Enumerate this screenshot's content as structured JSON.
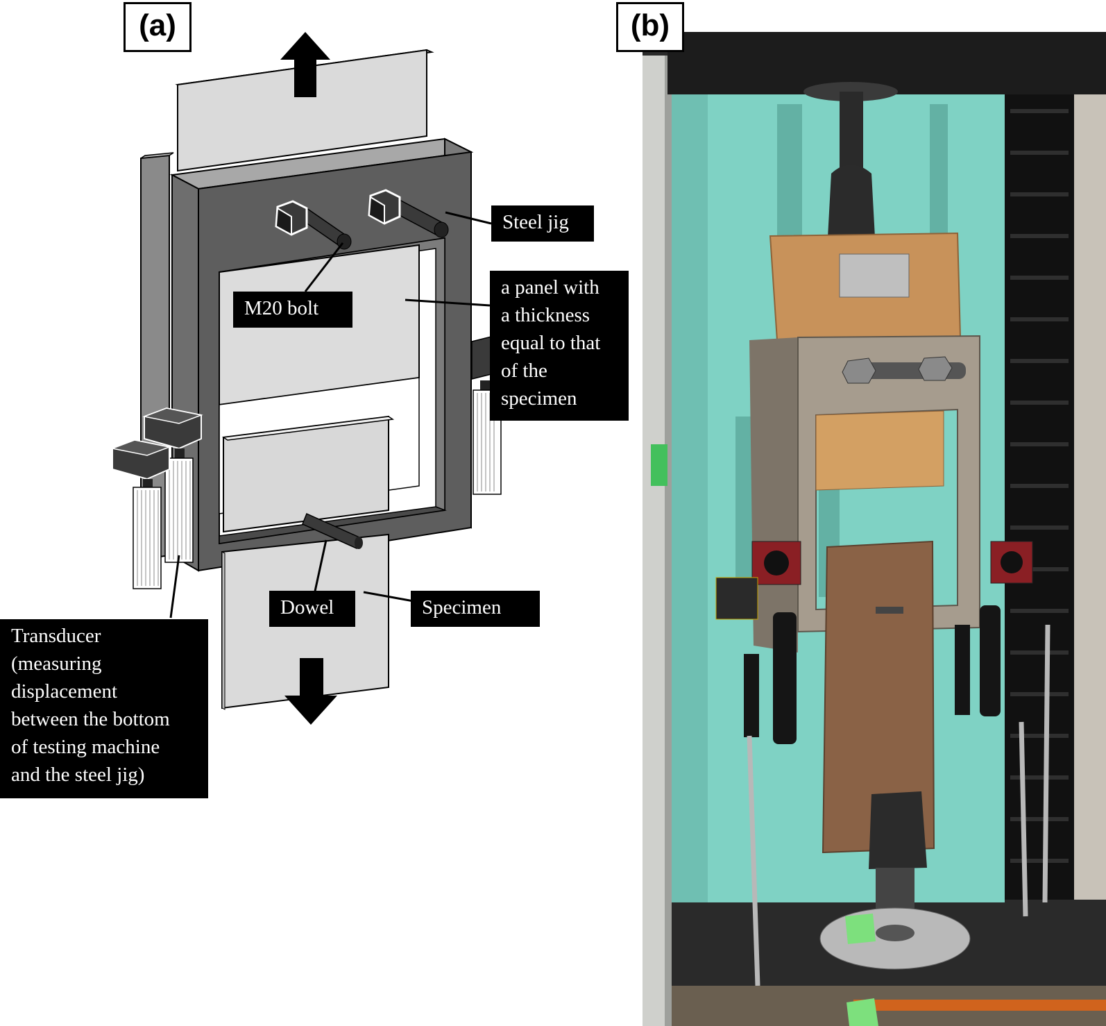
{
  "panel_labels": {
    "a": "(a)",
    "b": "(b)"
  },
  "labels": {
    "steel_jig": "Steel jig",
    "m20_bolt": "M20 bolt",
    "panel_note": "a panel with\na thickness\nequal to that\nof the\nspecimen",
    "dowel": "Dowel",
    "specimen": "Specimen",
    "transducer": "Transducer\n(measuring\ndisplacement\nbetween the bottom\nof testing machine\nand the steel jig)"
  },
  "colors": {
    "jig_front": "#5e5e5e",
    "jig_side": "#8a8a8a",
    "panel": "#dcdcdc",
    "machine_frame": "#cfd0cc",
    "backdrop": "#7fd2c4",
    "wood": "#c8925a",
    "hardboard": "#8a6246"
  },
  "photo": {
    "description_icon": "photo-of-test-setup"
  }
}
